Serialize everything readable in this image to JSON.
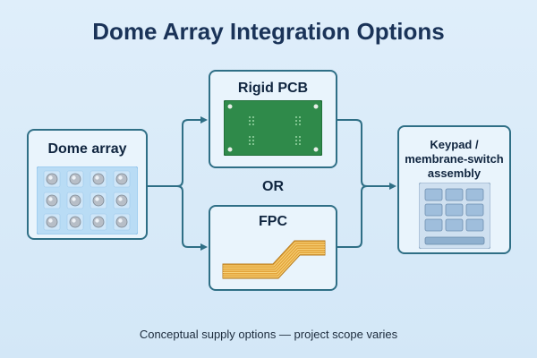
{
  "title": "Dome Array Integration Options",
  "nodes": {
    "dome_array": {
      "label": "Dome array"
    },
    "rigid_pcb": {
      "label": "Rigid PCB"
    },
    "fpc": {
      "label": "FPC"
    },
    "keypad": {
      "label": "Keypad / membrane-switch assembly"
    }
  },
  "connector_text": "OR",
  "caption": "Conceptual supply options — project scope varies",
  "colors": {
    "background": "#dfeefa",
    "card_border": "#2f6f86",
    "arrow": "#2f6f86",
    "pcb_green": "#2f8a4a",
    "fpc_copper": "#e3a43a",
    "title": "#1a3358"
  },
  "graphics": {
    "dome_grid": {
      "rows": 3,
      "cols": 4
    },
    "keypad_keys": {
      "rows": 3,
      "cols": 3
    }
  }
}
